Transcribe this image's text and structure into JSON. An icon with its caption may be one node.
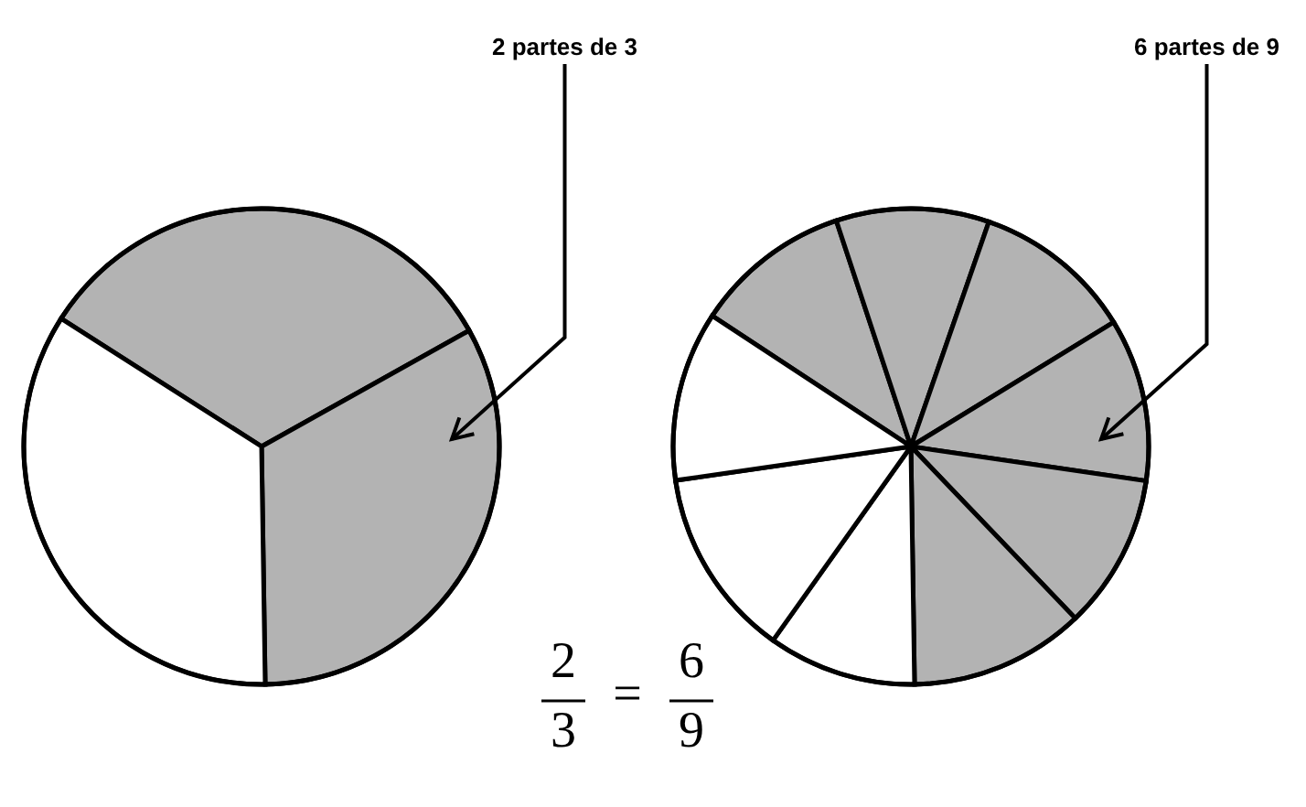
{
  "diagram": {
    "nodes": [
      {
        "text": [
          "2 partes de 3"
        ]
      },
      {
        "text": [
          "6 partes de 9"
        ]
      },
      {
        "text": [],
        "shape": "circle"
      },
      {
        "text": [],
        "shape": "circle"
      }
    ],
    "edges": [
      {
        "from": 0,
        "to": 2,
        "arrow": "to"
      },
      {
        "from": 1,
        "to": 3,
        "arrow": "to"
      }
    ],
    "labels": [
      "2",
      "3",
      "=",
      "6",
      "9"
    ]
  }
}
